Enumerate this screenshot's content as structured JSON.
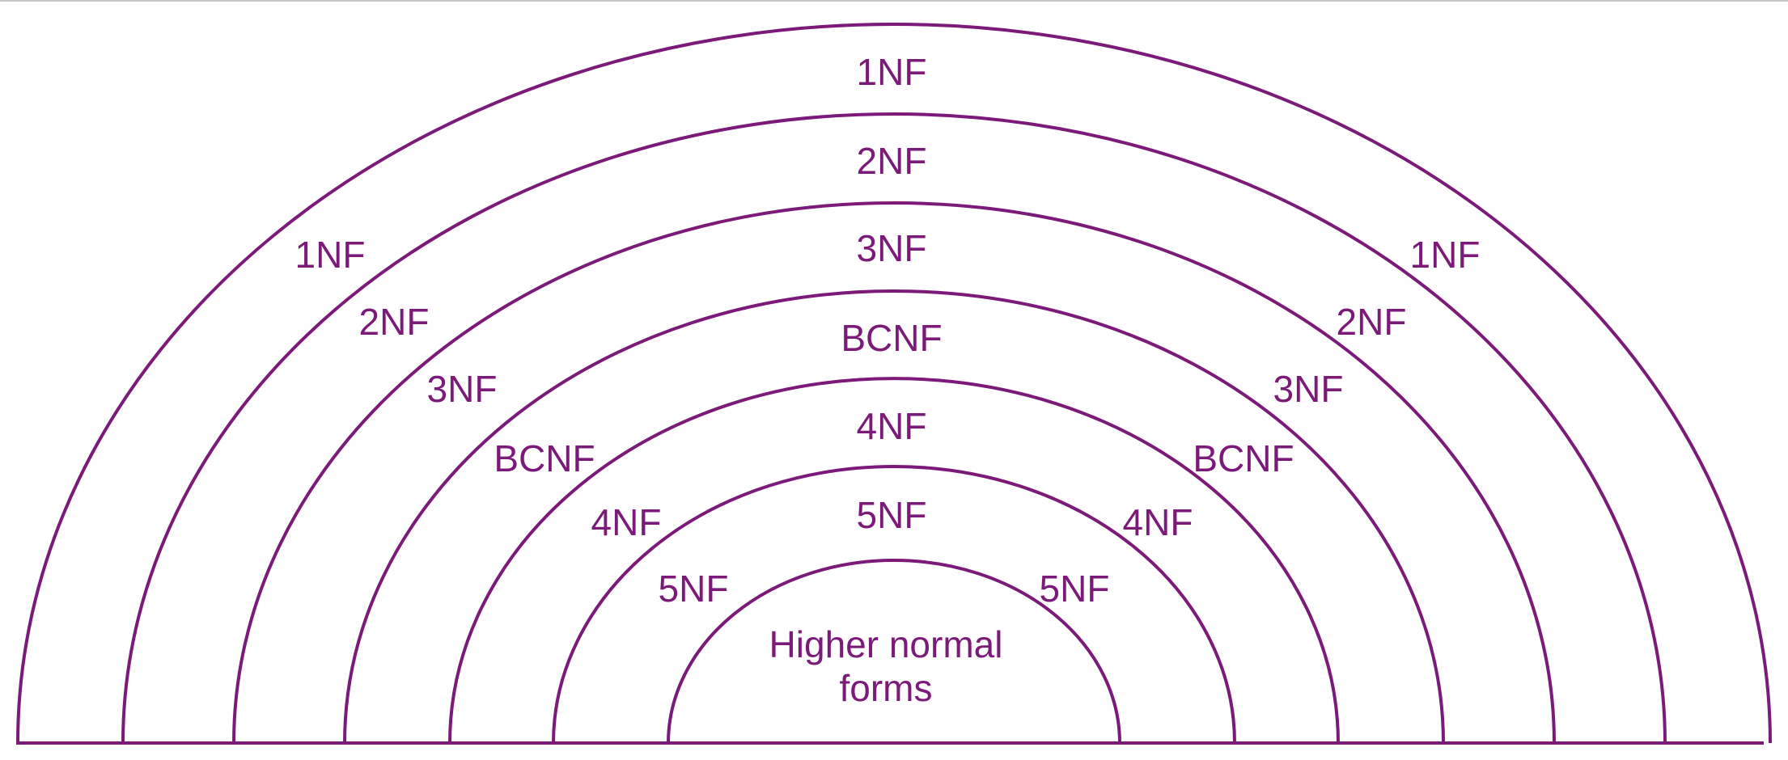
{
  "colors": {
    "stroke": "#7b1a78",
    "text": "#7b1a78"
  },
  "levels": [
    {
      "name": "1NF"
    },
    {
      "name": "2NF"
    },
    {
      "name": "3NF"
    },
    {
      "name": "BCNF"
    },
    {
      "name": "4NF"
    },
    {
      "name": "5NF"
    }
  ],
  "core": {
    "line1": "Higher normal",
    "line2": "forms"
  }
}
